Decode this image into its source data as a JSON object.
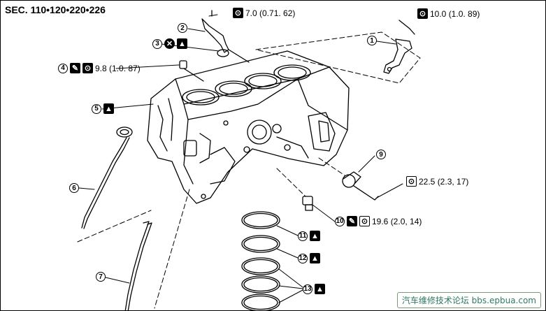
{
  "header": {
    "section_title": "SEC. 110•120•220•226"
  },
  "callouts": {
    "item1": {
      "number": "1"
    },
    "item2": {
      "number": "2"
    },
    "item3": {
      "number": "3"
    },
    "item4": {
      "number": "4",
      "torque": "9.8 (1.0. 87)"
    },
    "item5": {
      "number": "5"
    },
    "item6": {
      "number": "6"
    },
    "item7": {
      "number": "7"
    },
    "item9": {
      "number": "9"
    },
    "item10": {
      "number": "10",
      "torque": "19.6 (2.0, 14)"
    },
    "item11": {
      "number": "11"
    },
    "item12": {
      "number": "12"
    },
    "item13": {
      "number": "13"
    }
  },
  "torques": {
    "bolt2": "7.0 (0.71. 62)",
    "bolt1": "10.0 (1.0. 89)",
    "bolt9": "22.5 (2.3, 17)"
  },
  "icons": {
    "torque": "torque-wrench-icon",
    "new_part": "do-not-reuse-icon",
    "lubricate": "lubricate-icon",
    "sealant": "apply-sealant-icon"
  },
  "watermark": {
    "text": "汽车维修技术论坛 bbs.epbua.com"
  }
}
